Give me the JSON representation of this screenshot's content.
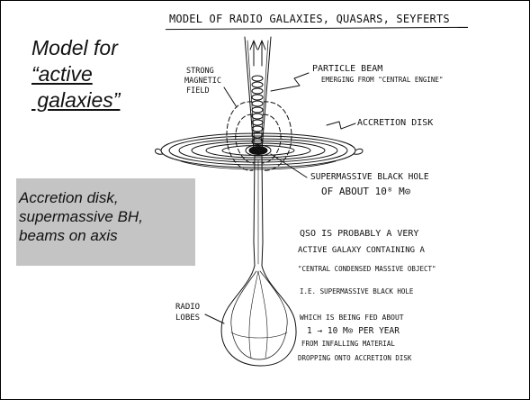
{
  "diagram": {
    "heading": "MODEL OF RADIO GALAXIES, QUASARS, SEYFERTS",
    "callout_line1": "Model for",
    "callout_line2": "“active",
    "callout_line3": " galaxies”",
    "caption": [
      "Accretion disk,",
      "supermassive BH,",
      "beams on axis"
    ],
    "labels": {
      "field_1": "STRONG",
      "field_2": "MAGNETIC",
      "field_3": "FIELD",
      "beam_1": "PARTICLE BEAM",
      "beam_2": "EMERGING FROM \"CENTRAL ENGINE\"",
      "disk": "ACCRETION DISK",
      "bh_1": "SUPERMASSIVE BLACK HOLE",
      "bh_2": "OF ABOUT  10⁸ M⊙",
      "lobes_1": "RADIO",
      "lobes_2": "LOBES"
    },
    "notes": [
      "QSO IS PROBABLY A VERY",
      "ACTIVE GALAXY CONTAINING A",
      "\"CENTRAL CONDENSED MASSIVE OBJECT\"",
      "I.E. SUPERMASSIVE BLACK HOLE",
      "WHICH IS BEING FED ABOUT",
      "1 → 10 M⊙  PER YEAR",
      "FROM INFALLING MATERIAL",
      "DROPPING ONTO ACCRETION DISK"
    ]
  },
  "colors": {
    "ink": "#111111",
    "box": "#c4c4c4"
  }
}
